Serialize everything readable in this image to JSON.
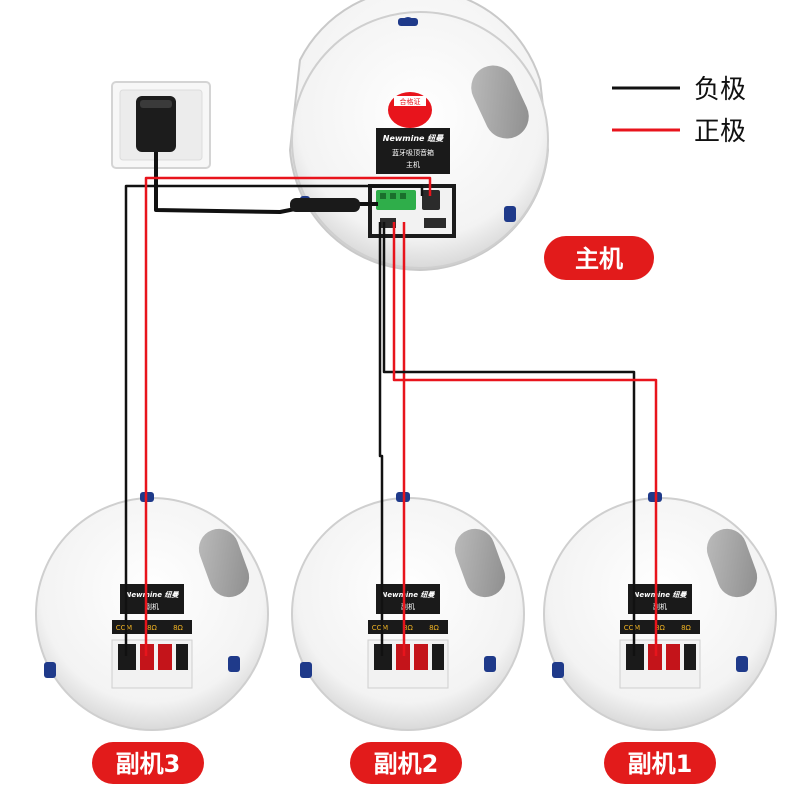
{
  "legend": {
    "negative_label": "负极",
    "positive_label": "正极",
    "negative_color": "#111111",
    "positive_color": "#e8141c"
  },
  "main_unit": {
    "badge": "主机",
    "brand": "Newmine 纽曼",
    "product_line1": "蓝牙吸顶音箱",
    "product_line2": "主机",
    "sticker": "合格证"
  },
  "sub_units": [
    {
      "badge": "副机3",
      "brand": "Newmine 纽曼",
      "product": "副机",
      "ports": [
        "COM",
        "8Ω",
        "8Ω"
      ]
    },
    {
      "badge": "副机2",
      "brand": "Newmine 纽曼",
      "product": "副机",
      "ports": [
        "COM",
        "8Ω",
        "8Ω"
      ]
    },
    {
      "badge": "副机1",
      "brand": "Newmine 纽曼",
      "product": "副机",
      "ports": [
        "COM",
        "8Ω",
        "8Ω"
      ]
    }
  ],
  "colors": {
    "badge_red": "#e21b1b",
    "speaker_body": "#f4f4f4",
    "wire_black": "#111111",
    "wire_red": "#e8141c",
    "terminal_green": "#2fae4a",
    "clip_blue": "#1f3a8a"
  },
  "icons": [
    "power-adapter-icon",
    "wall-socket-icon",
    "terminal-block-icon"
  ]
}
